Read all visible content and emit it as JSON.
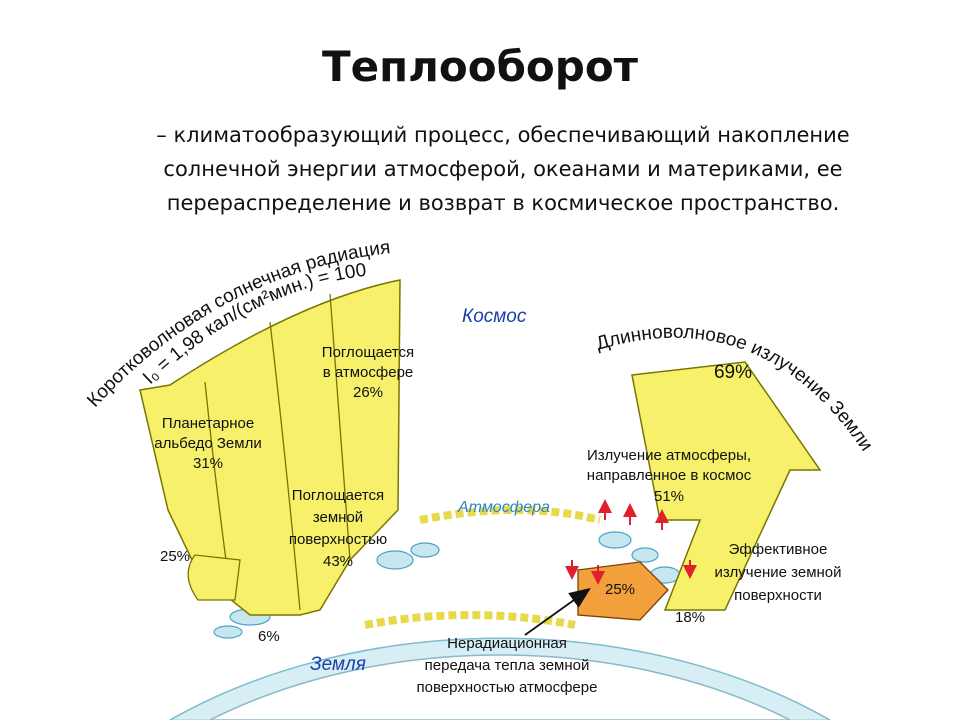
{
  "slide": {
    "title": "Теплооборот",
    "definition": "– климатообразующий процесс, обеспечивающий накопление солнечной энергии атмосферой, океанами и материками, ее перераспределение и возврат в космическое пространство."
  },
  "diagram": {
    "shortwave_title": "Коротковолновая солнечная радиация",
    "shortwave_formula": "I₀ = 1,98 кал/(см²мин.) = 100%",
    "space_label": "Космос",
    "atmosphere_label": "Атмосфера",
    "earth_label": "Земля",
    "longwave_title": "Длинноволновое излучение Земли",
    "longwave_percent": "69%",
    "albedo_line1": "Планетарное",
    "albedo_line2": "альбедо Земли",
    "albedo_percent": "31%",
    "absorbed_atm_line1": "Поглощается",
    "absorbed_atm_line2": "в атмосфере",
    "absorbed_atm_percent": "26%",
    "absorbed_surface_line1": "Поглощается",
    "absorbed_surface_line2": "земной",
    "absorbed_surface_line3": "поверхностью",
    "absorbed_surface_percent": "43%",
    "atm_to_space_line1": "Излучение атмосферы,",
    "atm_to_space_line2": "направленное в космос",
    "atm_to_space_percent": "51%",
    "effective_line1": "Эффективное",
    "effective_line2": "излучение земной",
    "effective_line3": "поверхности",
    "left_percent": "25%",
    "small_percent": "6%",
    "nonrad_percent": "25%",
    "effective_percent": "18%",
    "nonrad_line1": "Нерадиационная",
    "nonrad_line2": "передача тепла земной",
    "nonrad_line3": "поверхностью атмосфере"
  },
  "colors": {
    "arrow_yellow": "#f6f06a",
    "arrow_orange": "#f2a03c",
    "atmosphere_band": "#d6eef4",
    "red_arrows": "#e0202a"
  }
}
